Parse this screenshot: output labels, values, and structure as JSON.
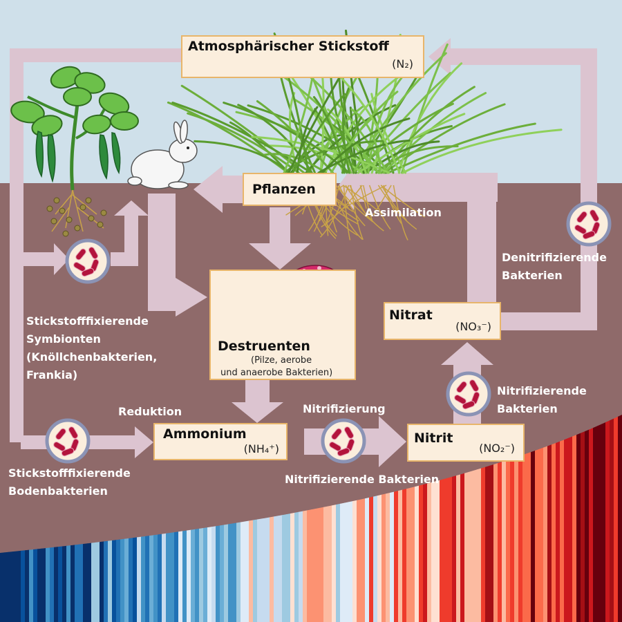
{
  "colors": {
    "sky": "#cfe0ea",
    "soil": "#8f6a6a",
    "arrow": "#dcc4d0",
    "box_fill": "#fbeedd",
    "box_border": "#e8b56a",
    "bacteria": "#b3143c",
    "bubble_ring": "#8b93b5"
  },
  "nodes": {
    "n2": {
      "title": "Atmosphärischer Stickstoff",
      "formula": "(N₂)"
    },
    "plants": {
      "title": "Pflanzen"
    },
    "decomposers": {
      "title": "Destruenten",
      "sub1": "(Pilze, aerobe",
      "sub2": "und anaerobe Bakterien)"
    },
    "ammonium": {
      "title": "Ammonium",
      "formula": "(NH₄⁺)"
    },
    "nitrite": {
      "title": "Nitrit",
      "formula": "(NO₂⁻)"
    },
    "nitrate": {
      "title": "Nitrat",
      "formula": "(NO₃⁻)"
    }
  },
  "labels": {
    "assimilation": "Assimilation",
    "denitrifying": [
      "Denitrifizierende",
      "Bakterien"
    ],
    "symbionts": [
      "Stickstofffixierende",
      "Symbionten",
      "(Knöllchenbakterien,",
      "Frankia)"
    ],
    "reduction": "Reduktion",
    "nitrification": "Nitrifizierung",
    "nitrifying_right": [
      "Nitrifizierende",
      "Bakterien"
    ],
    "nitrifying_bottom": "Nitrifizierende Bakterien",
    "soil_bacteria": [
      "Stickstofffixierende",
      "Bodenbakterien"
    ]
  },
  "warming_stripes": [
    "#08306b",
    "#08519c",
    "#2171b5",
    "#4292c6",
    "#6baed6",
    "#9ecae1",
    "#c6dbef",
    "#deebf7",
    "#fee0d2",
    "#fcbba1",
    "#fc9272",
    "#fb6a4a",
    "#ef3b2c",
    "#cb181d",
    "#a50f15",
    "#67000d"
  ],
  "icons": [
    "bean-plant-icon",
    "rabbit-icon",
    "grass-plant-icon",
    "mushroom-icon",
    "bacteria-icon"
  ]
}
